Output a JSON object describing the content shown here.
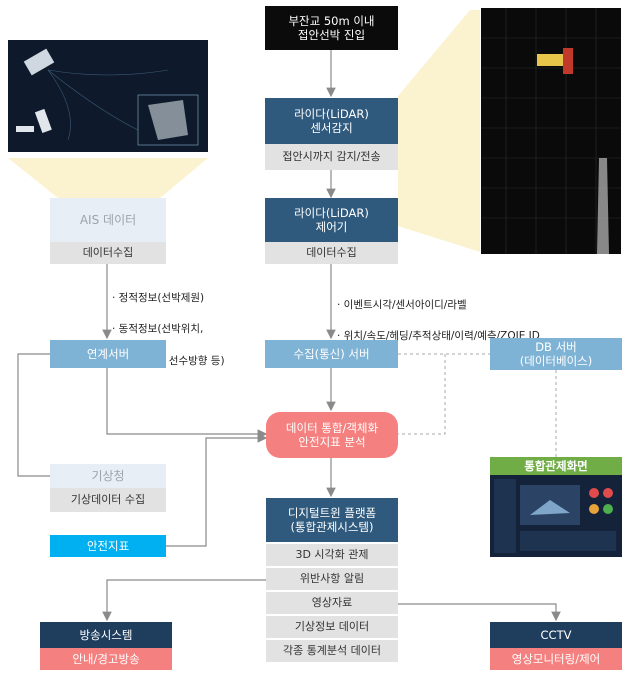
{
  "entry": {
    "line1": "부잔교 50m 이내",
    "line2": "접안선박 진입"
  },
  "lidar_sensor": {
    "title_line1": "라이다(LiDAR)",
    "title_line2": "센서감지",
    "sub": "접안시까지 감지/전송"
  },
  "lidar_controller": {
    "title_line1": "라이다(LiDAR)",
    "title_line2": "제어기",
    "sub": "데이터수집"
  },
  "ais": {
    "title": "AIS 데이터",
    "sub": "데이터수집"
  },
  "ais_notes": {
    "l1": "· 정적정보(선박제원)",
    "l2": "· 동적정보(선박위치,",
    "l3": "UTC시간, 선수방향 등)"
  },
  "lidar_notes": {
    "l1": "· 이벤트시각/센서아이디/라벨",
    "l2": "· 위치/속도/헤딩/추적상태/이력/예측/ZOIE ID"
  },
  "link_server": {
    "title": "연계서버"
  },
  "collect_server": {
    "title": "수집(통신) 서버"
  },
  "db_server": {
    "title_line1": "DB 서버",
    "title_line2": "(데이터베이스)"
  },
  "integration": {
    "line1": "데이터 통합/객체화",
    "line2": "안전지표 분석"
  },
  "weather": {
    "title": "기상청",
    "sub": "기상데이터 수집"
  },
  "safety_index": {
    "title": "안전지표"
  },
  "control_screen": {
    "title": "통합관제화면"
  },
  "digital_twin": {
    "title_line1": "디지털트윈 플랫폼",
    "title_line2": "(통합관제시스템)",
    "items": [
      "3D 시각화 관제",
      "위반사항 알림",
      "영상자료",
      "기상정보 데이터",
      "각종 통계분석 데이터"
    ]
  },
  "broadcast": {
    "title": "방송시스템",
    "sub": "안내/경고방송"
  },
  "cctv": {
    "title": "CCTV",
    "sub": "영상모니터링/제어"
  },
  "colors": {
    "navy": "#2f5a7e",
    "lightblue": "#7fb3d5",
    "cyan": "#00b0f0",
    "pink": "#f4817f",
    "green": "#70ad47",
    "grey": "#e2e2e2"
  }
}
